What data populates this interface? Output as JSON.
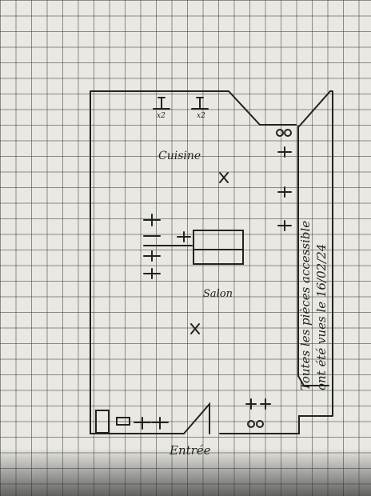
{
  "labels": {
    "kitchen": "Cuisine",
    "living": "Salon",
    "entrance": "Entrée"
  },
  "note": {
    "line1": "Toutes les pièces accessible",
    "line2": "ont été vues le 16/02/24"
  },
  "symbols": {
    "kitchen_left": "x2",
    "kitchen_right": "x2"
  },
  "colors": {
    "paper": "#e9e8e2",
    "grid": "#3c3c3c",
    "ink": "#222222"
  }
}
